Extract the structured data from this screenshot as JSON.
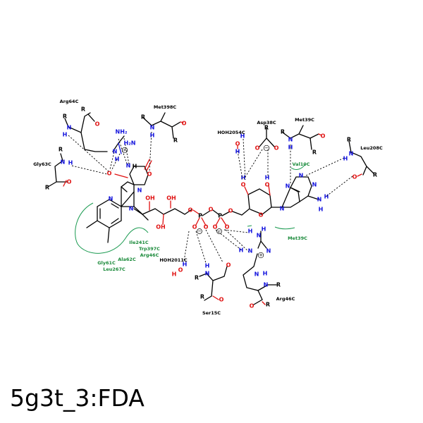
{
  "title": "5g3t_3:FDA",
  "residues": {
    "hydrogen_bonded": [
      "Arg64C",
      "Met398C",
      "Gly63C",
      "HOH2054C",
      "Asp38C",
      "Met39C",
      "Leu208C",
      "HOH2011C",
      "Ser15C",
      "Arg46C"
    ],
    "hydrophobic": [
      "Val10C",
      "Met39C",
      "Ile241C",
      "Trp397C",
      "Arg46C",
      "Ala62C",
      "Gly61C",
      "Leu267C"
    ]
  },
  "labels": {
    "arg64": "Arg64C",
    "met398": "Met398C",
    "gly63": "Gly63C",
    "hoh2054": "HOH2054C",
    "asp38": "Asp38C",
    "met39_top": "Met39C",
    "leu208": "Leu208C",
    "val10": "Val10C",
    "met39_hyd": "Met39C",
    "ile241": "Ile241C",
    "trp397": "Trp397C",
    "arg46_hyd": "Arg46C",
    "ala62": "Ala62C",
    "gly61": "Gly61C",
    "leu267": "Leu267C",
    "hoh2011": "HOH2011C",
    "ser15": "Ser15C",
    "arg46": "Arg46C"
  },
  "colors": {
    "nitrogen": "#1010dd",
    "oxygen": "#e01010",
    "carbon": "#000000",
    "hydrophobic": "#1a8a3a"
  }
}
